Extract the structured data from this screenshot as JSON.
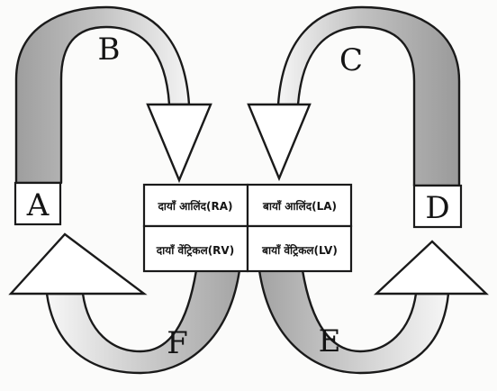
{
  "labels": {
    "a": "A",
    "b": "B",
    "c": "C",
    "d": "D",
    "e": "E",
    "f": "F"
  },
  "chambers": {
    "ra": "दायाँ आलिंद(RA)",
    "la": "बायाँ आलिंद(LA)",
    "rv": "दायाँ वेंट्रिकल(RV)",
    "lv": "बायाँ वेंट्रिकल(LV)"
  },
  "colors": {
    "shade": "#a9a9a9",
    "outline": "#1a1a1a",
    "paper": "#fbfbfa"
  }
}
